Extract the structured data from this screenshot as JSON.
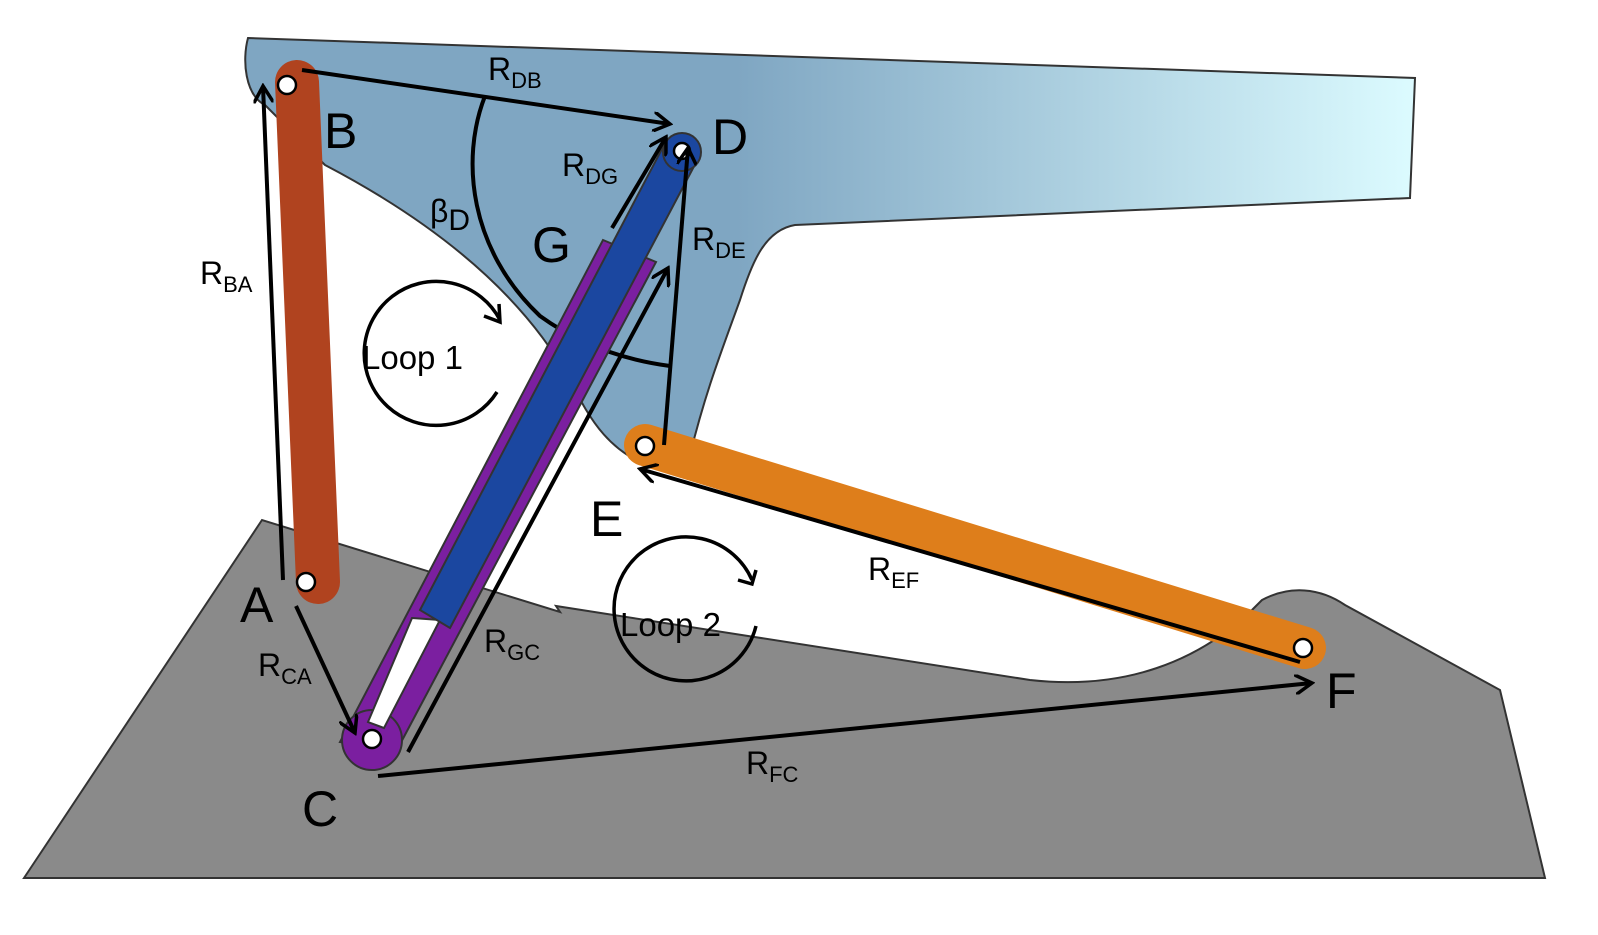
{
  "colors": {
    "ground": "#8a8a8a",
    "frame_dark": "#7fa6c2",
    "frame_light": "#dcfbff",
    "link_ba": "#b0431f",
    "link_ef": "#de7e1b",
    "cylinder_barrel": "#7b1fa0",
    "cylinder_rod": "#1b47a0",
    "stroke": "#000000",
    "pin": "#ffffff"
  },
  "points": {
    "a": "A",
    "b": "B",
    "c": "C",
    "d": "D",
    "e": "E",
    "f": "F",
    "g": "G"
  },
  "vectors": {
    "r_ba": {
      "main": "R",
      "sub": "BA"
    },
    "r_db": {
      "main": "R",
      "sub": "DB"
    },
    "r_dg": {
      "main": "R",
      "sub": "DG"
    },
    "r_de": {
      "main": "R",
      "sub": "DE"
    },
    "r_gc": {
      "main": "R",
      "sub": "GC"
    },
    "r_ca": {
      "main": "R",
      "sub": "CA"
    },
    "r_ef": {
      "main": "R",
      "sub": "EF"
    },
    "r_fc": {
      "main": "R",
      "sub": "FC"
    }
  },
  "angle": {
    "main": "β",
    "sub": "D"
  },
  "loops": {
    "loop1": "Loop 1",
    "loop2": "Loop 2"
  }
}
